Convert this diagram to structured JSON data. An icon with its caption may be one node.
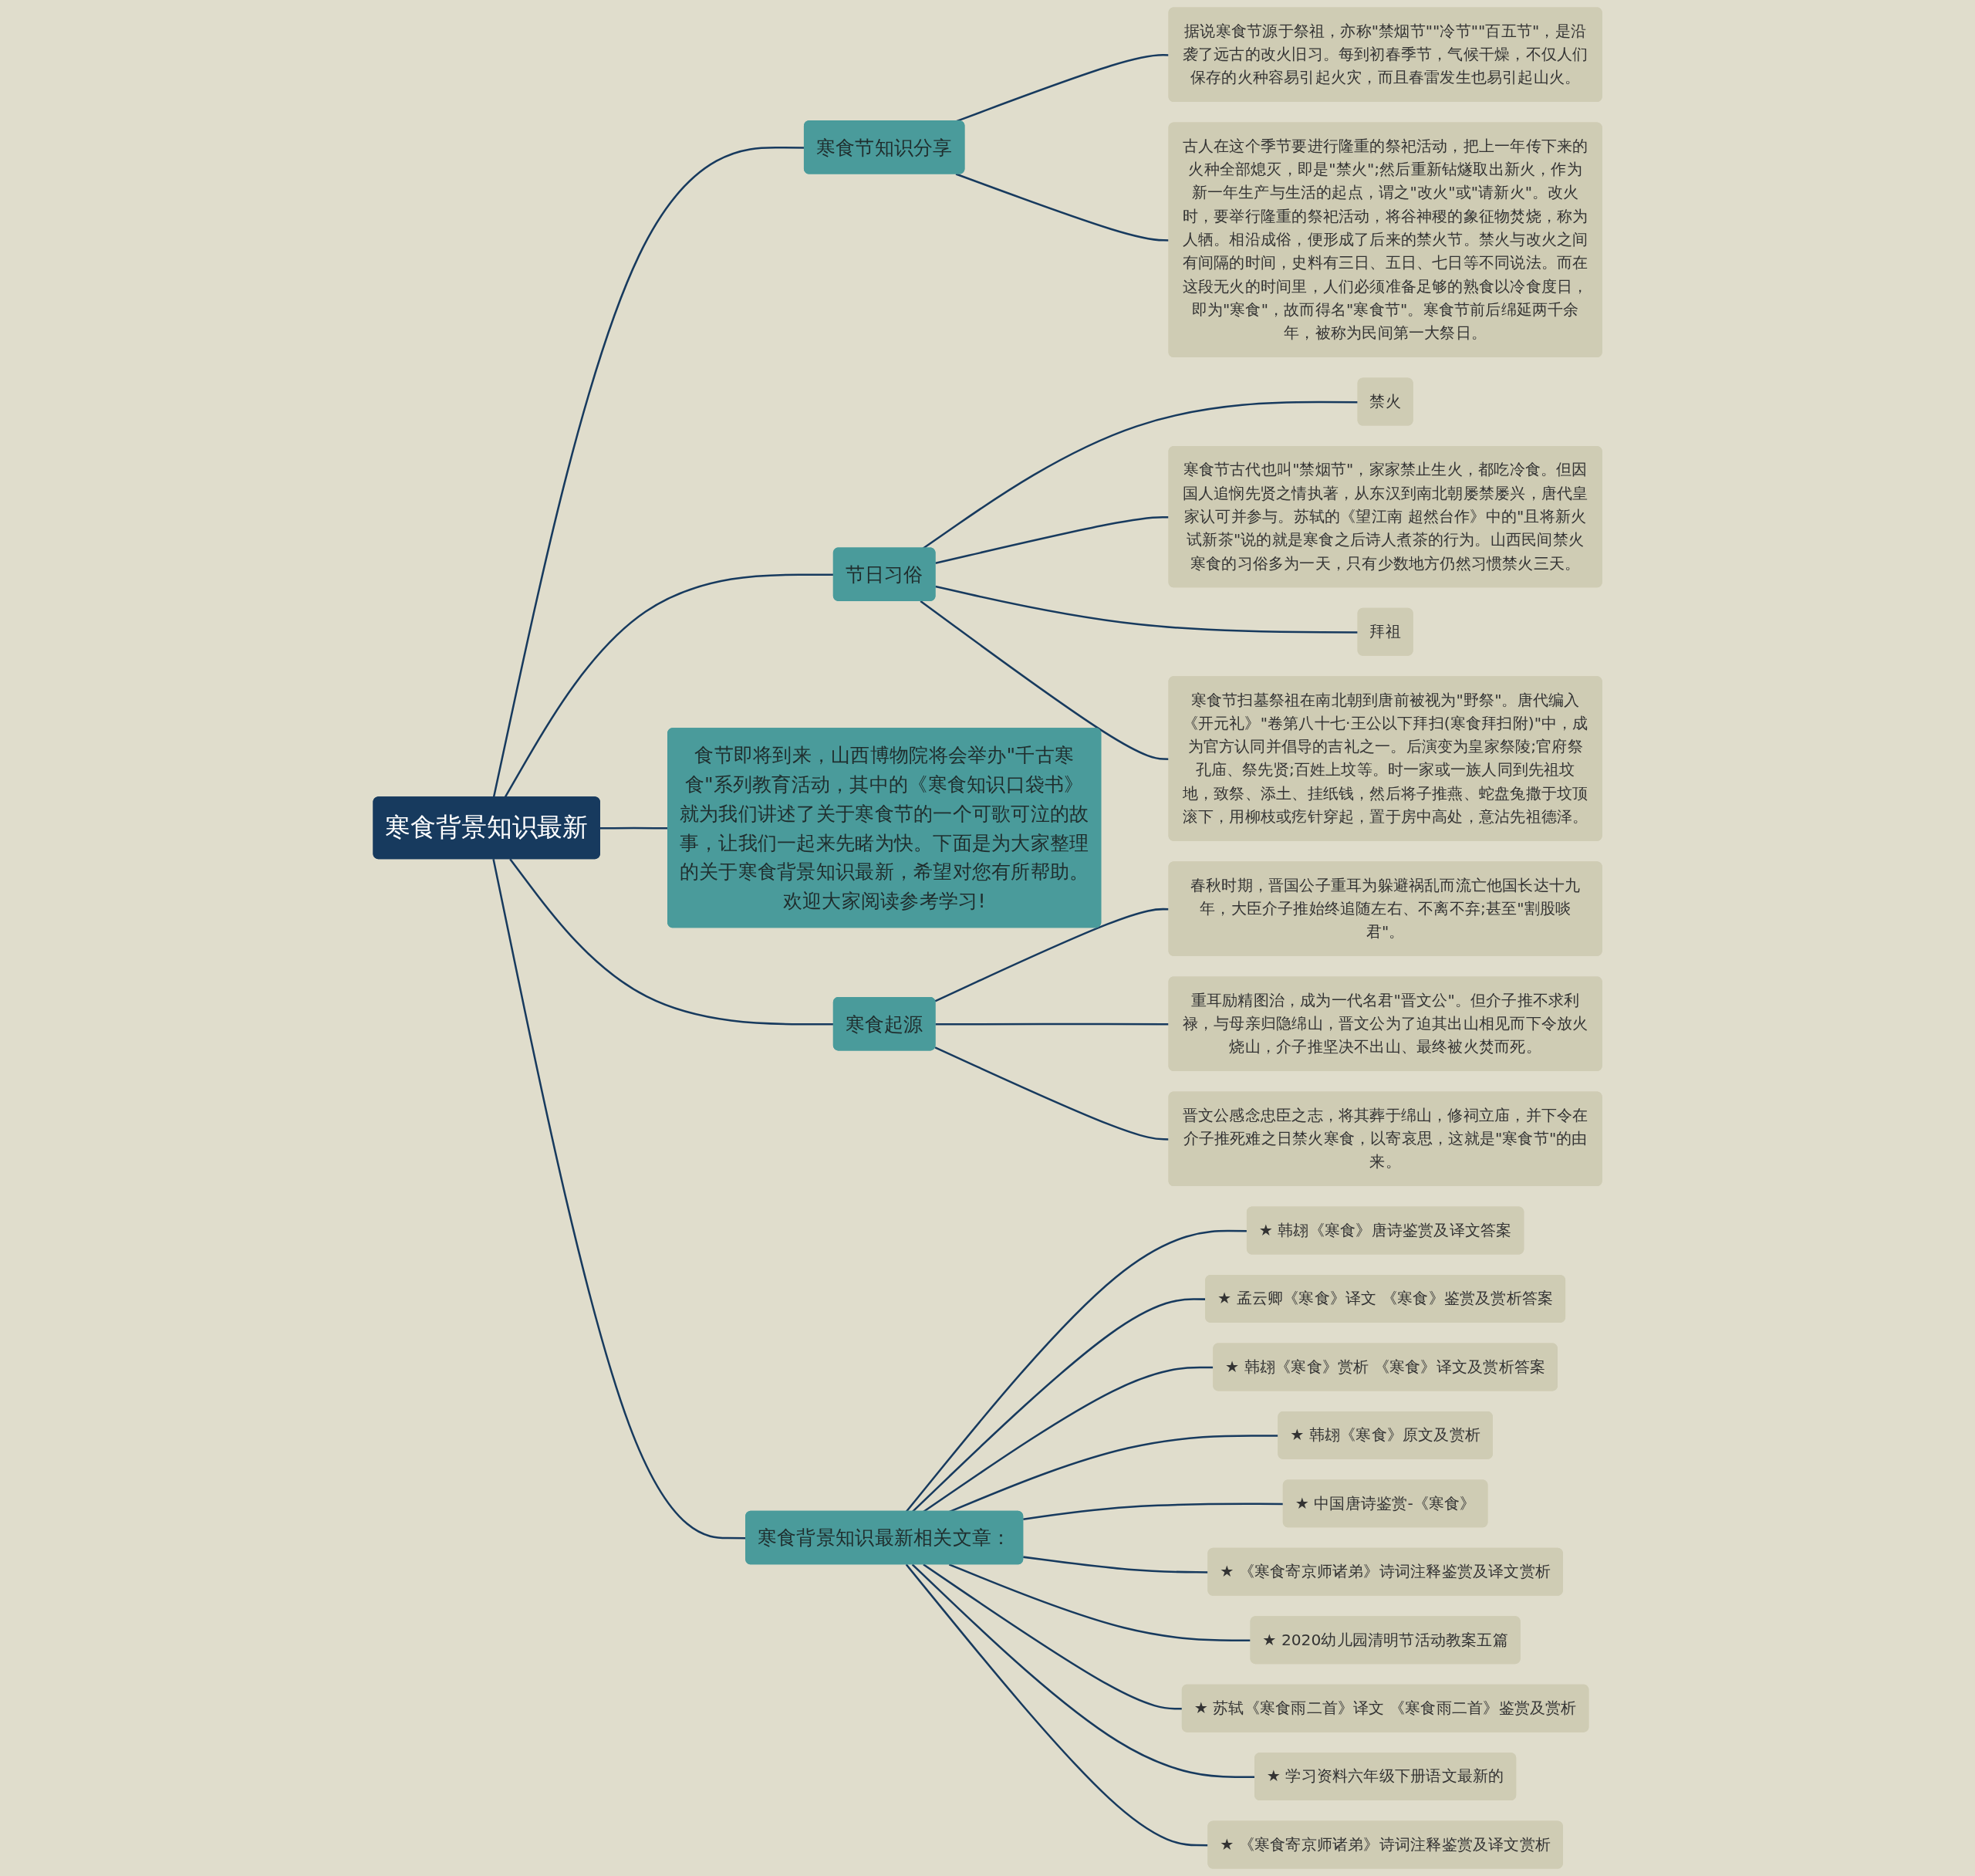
{
  "diagram": {
    "nodes": [
      {
        "text": [
          "寒食背景知识最新"
        ]
      },
      {
        "text": [
          "寒食节知识分享"
        ]
      },
      {
        "text": [
          "据说寒食节源于祭祖，亦称\"禁烟节\"\"冷节\"\"百五节\"，是沿袭了远古的改火旧习。每到初春季节，气候干燥，不仅人们保存的火种容易引起火灾，而且春雷发生也易引起山火。"
        ]
      },
      {
        "text": [
          "古人在这个季节要进行隆重的祭祀活动，把上一年传下来的火种全部熄灭，即是\"禁火\";然后重新钻燧取出新火，作为新一年生产与生活的起点，谓之\"改火\"或\"请新火\"。改火时，要举行隆重的祭祀活动，将谷神稷的象征物焚烧，称为人牺。相沿成俗，便形成了后来的禁火节。禁火与改火之间有间隔的时间，史料有三日、五日、七日等不同说法。而在这段无火的时间里，人们必须准备足够的熟食以冷食度日，即为\"寒食\"，故而得名\"寒食节\"。寒食节前后绵延两千余年，被称为民间第一大祭日。"
        ]
      },
      {
        "text": [
          "节日习俗"
        ]
      },
      {
        "text": [
          "禁火"
        ]
      },
      {
        "text": [
          "寒食节古代也叫\"禁烟节\"，家家禁止生火，都吃冷食。但因国人追悯先贤之情执著，从东汉到南北朝屡禁屡兴，唐代皇家认可并参与。苏轼的《望江南 超然台作》中的\"且将新火试新茶\"说的就是寒食之后诗人煮茶的行为。山西民间禁火寒食的习俗多为一天，只有少数地方仍然习惯禁火三天。"
        ]
      },
      {
        "text": [
          "拜祖"
        ]
      },
      {
        "text": [
          "寒食节扫墓祭祖在南北朝到唐前被视为\"野祭\"。唐代编入《开元礼》\"卷第八十七·王公以下拜扫(寒食拜扫附)\"中，成为官方认同并倡导的吉礼之一。后演变为皇家祭陵;官府祭孔庙、祭先贤;百姓上坟等。时一家或一族人同到先祖坟地，致祭、添土、挂纸钱，然后将子推燕、蛇盘兔撒于坟顶滚下，用柳枝或疙针穿起，置于房中高处，意沾先祖德泽。"
        ]
      },
      {
        "text": [
          "食节即将到来，山西博物院将会举办\"千古寒食\"系列教育活动，其中的《寒食知识口袋书》就为我们讲述了关于寒食节的一个可歌可泣的故事，让我们一起来先睹为快。下面是为大家整理的关于寒食背景知识最新，希望对您有所帮助。欢迎大家阅读参考学习!"
        ]
      },
      {
        "text": [
          "寒食起源"
        ]
      },
      {
        "text": [
          "春秋时期，晋国公子重耳为躲避祸乱而流亡他国长达十九年，大臣介子推始终追随左右、不离不弃;甚至\"割股啖君\"。"
        ]
      },
      {
        "text": [
          "重耳励精图治，成为一代名君\"晋文公\"。但介子推不求利禄，与母亲归隐绵山，晋文公为了迫其出山相见而下令放火烧山，介子推坚决不出山、最终被火焚而死。"
        ]
      },
      {
        "text": [
          "晋文公感念忠臣之志，将其葬于绵山，修祠立庙，并下令在介子推死难之日禁火寒食，以寄哀思，这就是\"寒食节\"的由来。"
        ]
      },
      {
        "text": [
          "寒食背景知识最新相关文章："
        ]
      },
      {
        "text": [
          "★ 韩翃《寒食》唐诗鉴赏及译文答案"
        ]
      },
      {
        "text": [
          "★ 孟云卿《寒食》译文 《寒食》鉴赏及赏析答案"
        ]
      },
      {
        "text": [
          "★ 韩翃《寒食》赏析 《寒食》译文及赏析答案"
        ]
      },
      {
        "text": [
          "★ 韩翃《寒食》原文及赏析"
        ]
      },
      {
        "text": [
          "★ 中国唐诗鉴赏-《寒食》"
        ]
      },
      {
        "text": [
          "★ 《寒食寄京师诸弟》诗词注释鉴赏及译文赏析"
        ]
      },
      {
        "text": [
          "★ 2020幼儿园清明节活动教案五篇"
        ]
      },
      {
        "text": [
          "★ 苏轼《寒食雨二首》译文 《寒食雨二首》鉴赏及赏析"
        ]
      },
      {
        "text": [
          "★ 学习资料六年级下册语文最新的"
        ]
      },
      {
        "text": [
          "★ 《寒食寄京师诸弟》诗词注释鉴赏及译文赏析"
        ]
      }
    ],
    "edges": [
      {
        "from": 0,
        "to": 1,
        "arrow": "none"
      },
      {
        "from": 1,
        "to": 2,
        "arrow": "none"
      },
      {
        "from": 1,
        "to": 3,
        "arrow": "none"
      },
      {
        "from": 0,
        "to": 4,
        "arrow": "none"
      },
      {
        "from": 4,
        "to": 5,
        "arrow": "none"
      },
      {
        "from": 4,
        "to": 6,
        "arrow": "none"
      },
      {
        "from": 4,
        "to": 7,
        "arrow": "none"
      },
      {
        "from": 4,
        "to": 8,
        "arrow": "none"
      },
      {
        "from": 0,
        "to": 9,
        "arrow": "none"
      },
      {
        "from": 0,
        "to": 10,
        "arrow": "none"
      },
      {
        "from": 10,
        "to": 11,
        "arrow": "none"
      },
      {
        "from": 10,
        "to": 12,
        "arrow": "none"
      },
      {
        "from": 10,
        "to": 13,
        "arrow": "none"
      },
      {
        "from": 0,
        "to": 14,
        "arrow": "none"
      },
      {
        "from": 14,
        "to": 15,
        "arrow": "none"
      },
      {
        "from": 14,
        "to": 16,
        "arrow": "none"
      },
      {
        "from": 14,
        "to": 17,
        "arrow": "none"
      },
      {
        "from": 14,
        "to": 18,
        "arrow": "none"
      },
      {
        "from": 14,
        "to": 19,
        "arrow": "none"
      },
      {
        "from": 14,
        "to": 20,
        "arrow": "none"
      },
      {
        "from": 14,
        "to": 21,
        "arrow": "none"
      },
      {
        "from": 14,
        "to": 22,
        "arrow": "none"
      },
      {
        "from": 14,
        "to": 23,
        "arrow": "none"
      },
      {
        "from": 14,
        "to": 24,
        "arrow": "none"
      }
    ]
  }
}
